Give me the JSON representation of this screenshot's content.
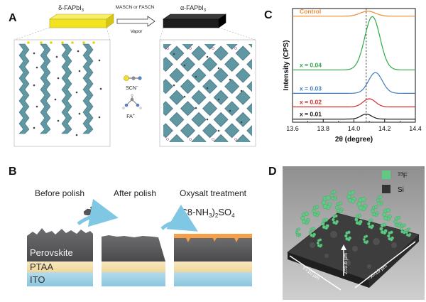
{
  "panel_a": {
    "letter": "A",
    "label_left": "δ-FAPbI",
    "label_left_sub": "3",
    "label_right": "α-FAPbI",
    "label_right_sub": "3",
    "arrow_top": "MASCN or FASCN",
    "arrow_bottom": "Vapor",
    "legend_scn": "SCN",
    "legend_scn_sup": "−",
    "legend_fa": "FA",
    "legend_fa_sup": "+",
    "colors": {
      "delta_film": "#f2e321",
      "alpha_film": "#1c1c1c",
      "octahedra": "#5f97a3"
    }
  },
  "panel_b": {
    "letter": "B",
    "step1": "Before polish",
    "step2": "After polish",
    "step3": "Oxysalt treatment",
    "formula_main": "(C8-NH",
    "formula_sub1": "3",
    "formula_mid": ")",
    "formula_sub2": "2",
    "formula_end": "SO",
    "formula_sub3": "4",
    "layer_perovskite": "Perovskite",
    "layer_ptaa": "PTAA",
    "layer_ito": "ITO",
    "colors": {
      "perovskite": "#5a5a5c",
      "ptaa": "#f4dfae",
      "ito": "#9fd2e6",
      "oxysalt": "#f4a04a",
      "arrow": "#7fc7e3"
    }
  },
  "panel_c": {
    "letter": "C"
  },
  "chart_data": {
    "type": "line",
    "xlabel": "2θ (degree)",
    "ylabel": "Intensity (CPS)",
    "xlim": [
      13.6,
      14.4
    ],
    "x_ticks": [
      "13.6",
      "13.8",
      "14.0",
      "14.2",
      "14.4"
    ],
    "x_tick_values": [
      13.6,
      13.8,
      14.0,
      14.2,
      14.4
    ],
    "reference_line_x": 14.08,
    "series": [
      {
        "name": "x = 0.01",
        "color": "#1a1a1a",
        "peak": 14.08,
        "sigma": 0.035,
        "height": 0.55,
        "baseline": 0.0
      },
      {
        "name": "x = 0.02",
        "color": "#d42a2a",
        "peak": 14.1,
        "sigma": 0.04,
        "height": 0.9,
        "baseline": 1.35
      },
      {
        "name": "x = 0.03",
        "color": "#3d7cc0",
        "peak": 14.14,
        "sigma": 0.045,
        "height": 2.3,
        "baseline": 2.85
      },
      {
        "name": "x = 0.04",
        "color": "#2ea84a",
        "peak": 14.12,
        "sigma": 0.05,
        "height": 5.9,
        "baseline": 5.45
      },
      {
        "name": "Control",
        "color": "#ee8c33",
        "peak": 14.09,
        "sigma": 0.05,
        "height": 0.55,
        "baseline": 11.4
      }
    ]
  },
  "panel_d": {
    "letter": "D",
    "legend_f": "F",
    "legend_f_sup": "19",
    "legend_si": "Si",
    "axis_y": "Y=10 µm",
    "axis_x": "X=10 µm",
    "axis_z": "Z=0.6 µm",
    "colors": {
      "fluorine": "#62c985",
      "silicon": "#3a3a3a"
    }
  }
}
